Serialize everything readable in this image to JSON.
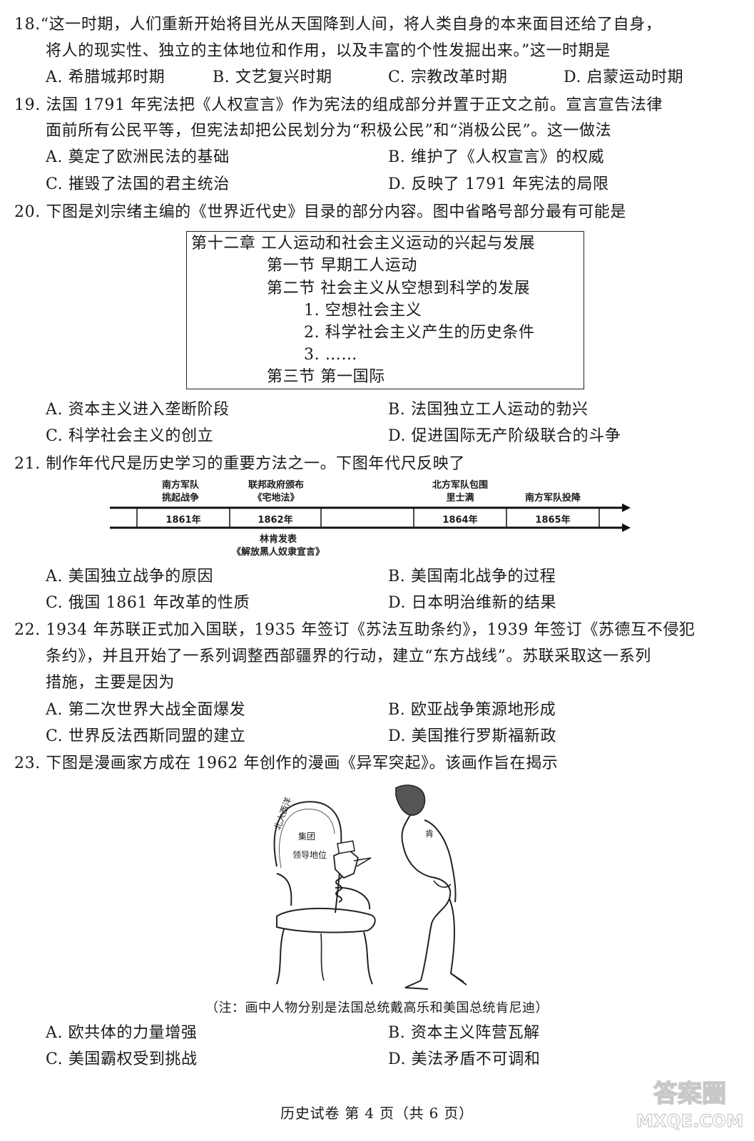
{
  "q18": {
    "line1": "18.“这一时期，人们重新开始将目光从天国降到人间，将人类自身的本来面目还给了自身，",
    "line2": "将人的现实性、独立的主体地位和作用，以及丰富的个性发掘出来。”这一时期是",
    "A": "A. 希腊城邦时期",
    "B": "B. 文艺复兴时期",
    "C": "C. 宗教改革时期",
    "D": "D. 启蒙运动时期"
  },
  "q19": {
    "line1": "19. 法国 1791 年宪法把《人权宣言》作为宪法的组成部分并置于正文之前。宣言宣告法律",
    "line2": "面前所有公民平等，但宪法却把公民划分为“积极公民”和“消极公民”。这一做法",
    "A": "A. 奠定了欧洲民法的基础",
    "B": "B. 维护了《人权宣言》的权威",
    "C": "C. 摧毁了法国的君主统治",
    "D": "D. 反映了 1791 年宪法的局限"
  },
  "q20": {
    "line1": "20. 下图是刘宗绪主编的《世界近代史》目录的部分内容。图中省略号部分最有可能是",
    "toc": {
      "chapter": "第十二章 工人运动和社会主义运动的兴起与发展",
      "sec1": "第一节 早期工人运动",
      "sec2": "第二节 社会主义从空想到科学的发展",
      "item1": "1. 空想社会主义",
      "item2": "2. 科学社会主义产生的历史条件",
      "item3": "3. ……",
      "sec3": "第三节 第一国际"
    },
    "A": "A. 资本主义进入垄断阶段",
    "B": "B. 法国独立工人运动的勃兴",
    "C": "C. 科学社会主义的创立",
    "D": "D. 促进国际无产阶级联合的斗争"
  },
  "q21": {
    "line1": "21. 制作年代尺是历史学习的重要方法之一。下图年代尺反映了",
    "timeline": {
      "top_labels": [
        {
          "l1": "南方军队",
          "l2": "挑起战争"
        },
        {
          "l1": "联邦政府颁布",
          "l2": "《宅地法》"
        },
        {
          "l1": "北方军队包围",
          "l2": "里士满"
        },
        {
          "l1": "南方军队投降",
          "l2": ""
        }
      ],
      "years": [
        "1861年",
        "1862年",
        "1864年",
        "1865年"
      ],
      "bottom_label": {
        "l1": "林肯发表",
        "l2": "《解放黑人奴隶宣言》"
      }
    },
    "A": "A. 美国独立战争的原因",
    "B": "B. 美国南北战争的过程",
    "C": "C. 俄国 1861 年改革的性质",
    "D": "D. 日本明治维新的结果"
  },
  "q22": {
    "line1": "22. 1934 年苏联正式加入国联，1935 年签订《苏法互助条约》，1939 年签订《苏德互不侵犯",
    "line2": "条约》，并且开始了一系列调整西部疆界的行动，建立“东方战线”。苏联采取这一系列",
    "line3": "措施，主要是因为",
    "A": "A. 第二次世界大战全面爆发",
    "B": "B. 欧亚战争策源地形成",
    "C": "C. 世界反法西斯同盟的建立",
    "D": "D. 美国推行罗斯福新政"
  },
  "q23": {
    "line1": "23. 下图是漫画家方成在 1962 年创作的漫画《异军突起》。该画作旨在揭示",
    "cartoon_chair_text": [
      "北大西洋",
      "集团",
      "领导地位"
    ],
    "cartoon_man_text": "肯",
    "note": "（注：画中人物分别是法国总统戴高乐和美国总统肯尼迪）",
    "A": "A. 欧共体的力量增强",
    "B": "B. 资本主义阵营瓦解",
    "C": "C. 美国霸权受到挑战",
    "D": "D. 美法矛盾不可调和"
  },
  "footer": "历史试卷  第 4 页（共 6 页）",
  "watermark": {
    "line1": "答案圈",
    "line2": "MXQE.COM"
  }
}
